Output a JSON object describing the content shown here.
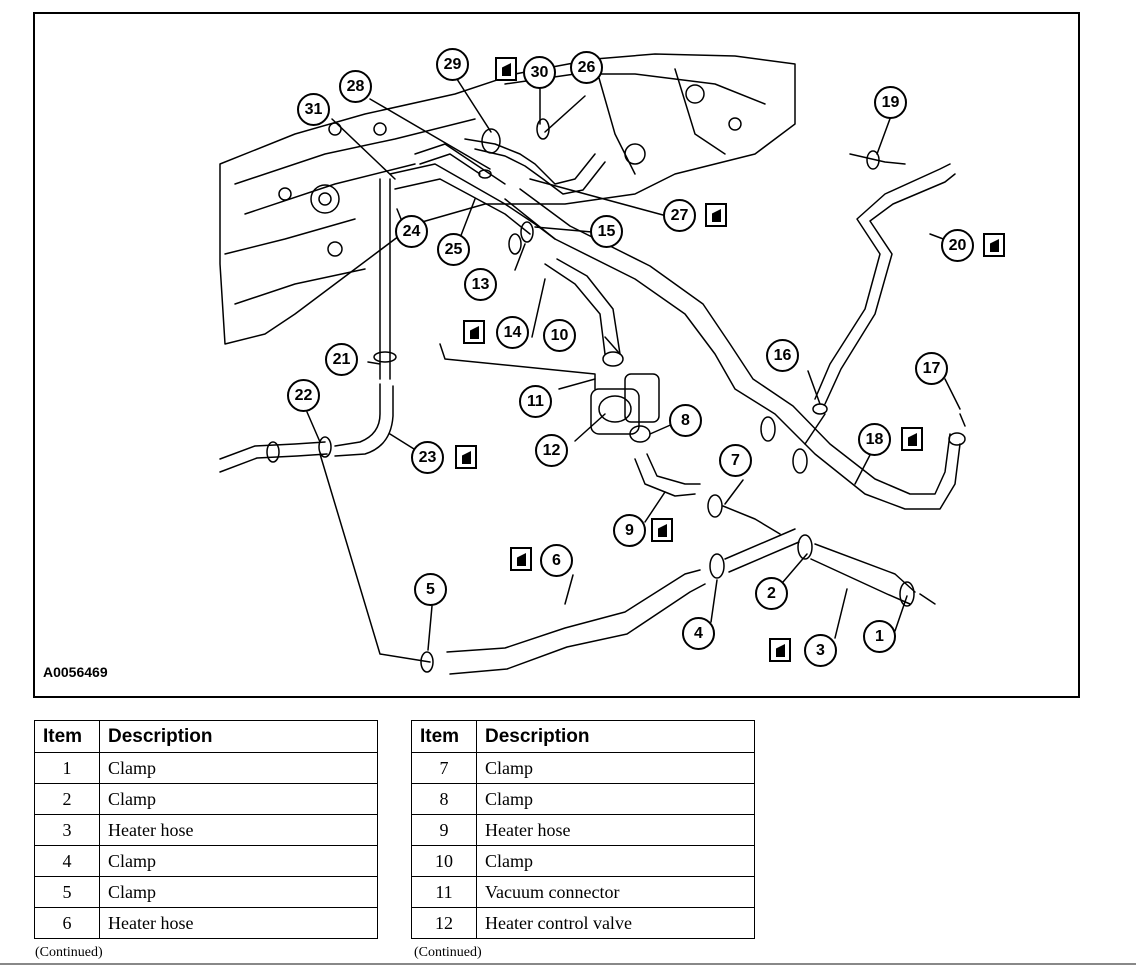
{
  "figure": {
    "id": "A0056469",
    "callouts": [
      "1",
      "2",
      "3",
      "4",
      "5",
      "6",
      "7",
      "8",
      "9",
      "10",
      "11",
      "12",
      "13",
      "14",
      "15",
      "16",
      "17",
      "18",
      "19",
      "20",
      "21",
      "22",
      "23",
      "24",
      "25",
      "26",
      "27",
      "28",
      "29",
      "30",
      "31"
    ]
  },
  "tables": [
    {
      "headers": {
        "item": "Item",
        "description": "Description"
      },
      "rows": [
        {
          "item": "1",
          "description": "Clamp"
        },
        {
          "item": "2",
          "description": "Clamp"
        },
        {
          "item": "3",
          "description": "Heater hose"
        },
        {
          "item": "4",
          "description": "Clamp"
        },
        {
          "item": "5",
          "description": "Clamp"
        },
        {
          "item": "6",
          "description": "Heater hose"
        }
      ],
      "continued": "(Continued)"
    },
    {
      "headers": {
        "item": "Item",
        "description": "Description"
      },
      "rows": [
        {
          "item": "7",
          "description": "Clamp"
        },
        {
          "item": "8",
          "description": "Clamp"
        },
        {
          "item": "9",
          "description": "Heater hose"
        },
        {
          "item": "10",
          "description": "Clamp"
        },
        {
          "item": "11",
          "description": "Vacuum connector"
        },
        {
          "item": "12",
          "description": "Heater control valve"
        }
      ],
      "continued": "(Continued)"
    }
  ]
}
